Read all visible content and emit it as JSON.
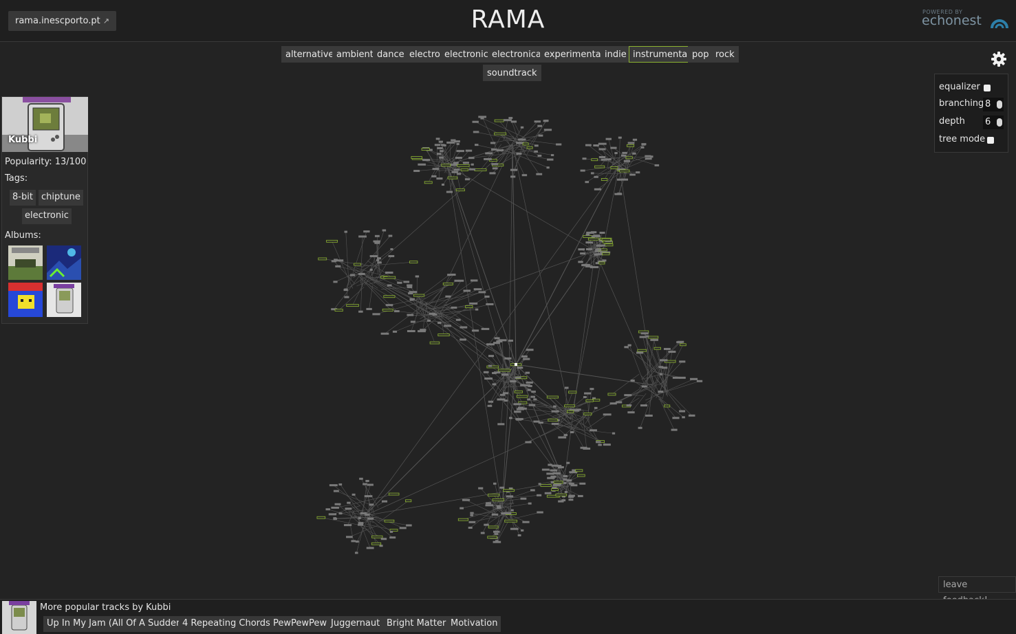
{
  "header": {
    "site_link": "rama.inescporto.pt",
    "title": "RAMA",
    "powered_by_small": "POWERED BY",
    "powered_by_brand": "echonest"
  },
  "genre_tags": [
    "alternative",
    "ambient",
    "dance",
    "electro",
    "electronic",
    "electronica",
    "experimental",
    "indie",
    "instrumental",
    "pop",
    "rock",
    "soundtrack"
  ],
  "active_genre": "instrumental",
  "settings": {
    "equalizer_label": "equalizer",
    "equalizer_checked": false,
    "branching_label": "branching",
    "branching_value": "8",
    "depth_label": "depth",
    "depth_value": "6",
    "tree_mode_label": "tree mode",
    "tree_mode_checked": false
  },
  "artist": {
    "name": "Kubbi",
    "popularity": "Popularity: 13/100",
    "tags_label": "Tags:",
    "tags": [
      "8-bit",
      "chiptune",
      "electronic"
    ],
    "albums_label": "Albums:"
  },
  "feedback_label": "leave feedback!",
  "footer": {
    "title": "More popular tracks by Kubbi",
    "tracks": [
      "Up In My Jam (All Of A Sudden)",
      "4 Repeating Chords",
      "PewPewPew",
      "Juggernaut",
      "Bright Matter",
      "Motivation"
    ]
  },
  "colors": {
    "background": "#232323",
    "accent": "#8db431",
    "node": "#7a7a7a",
    "edge": "#555555"
  }
}
